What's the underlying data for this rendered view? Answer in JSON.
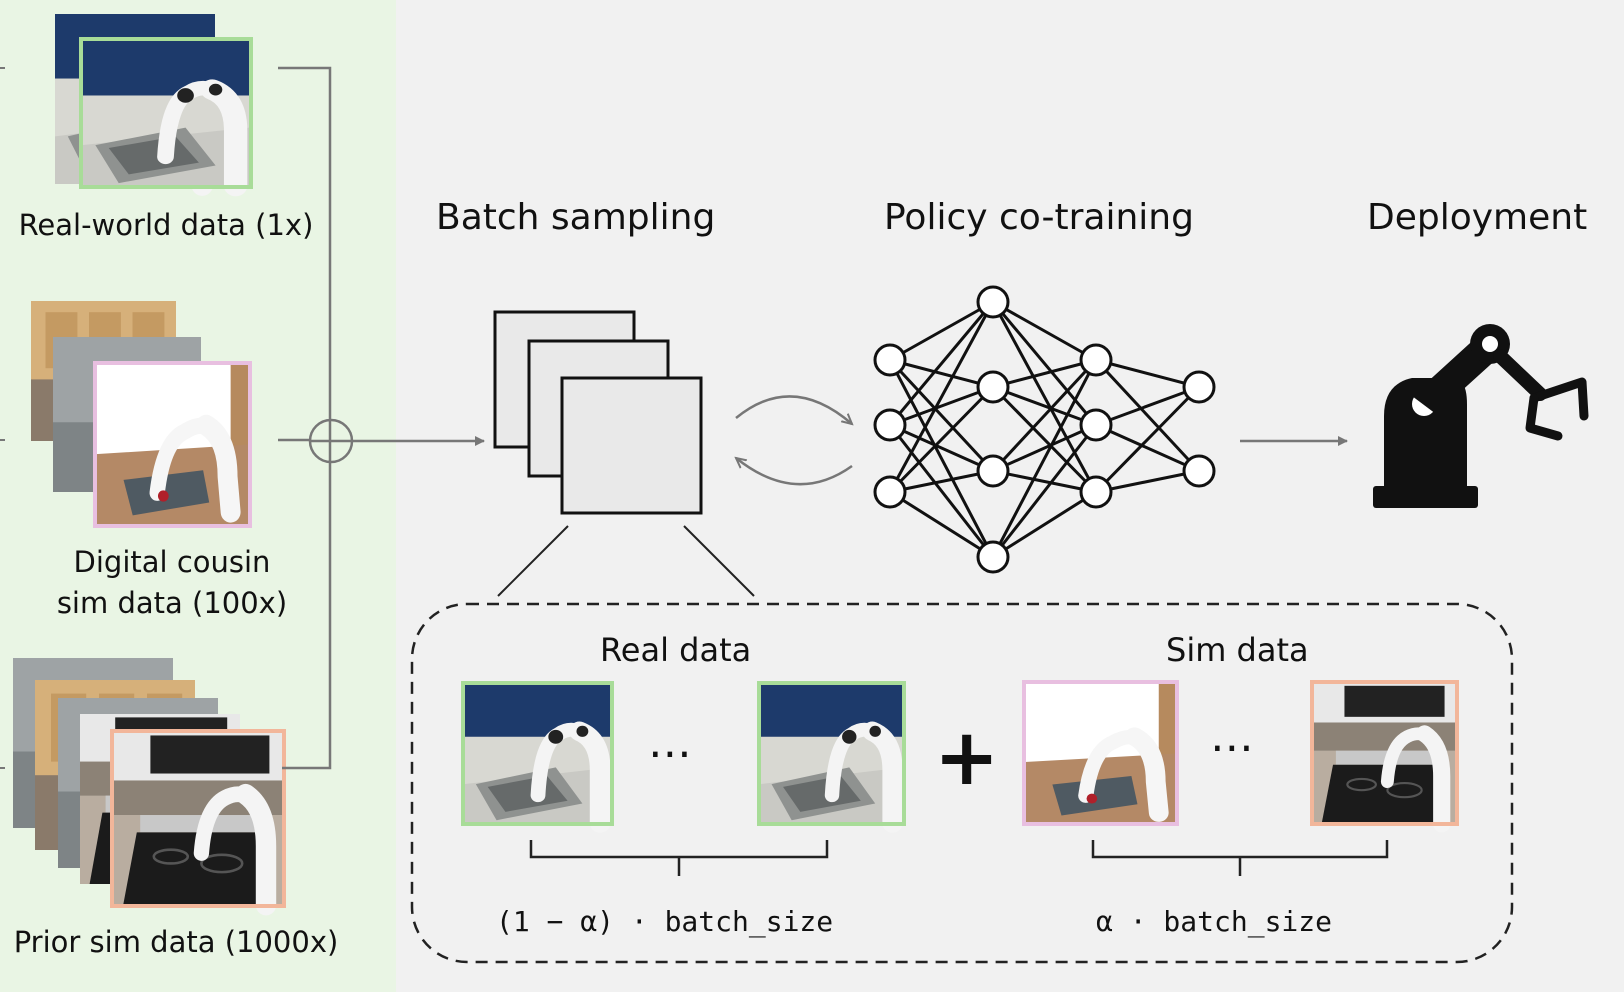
{
  "sources": {
    "real": {
      "label": "Real-world data (1x)"
    },
    "cousin": {
      "label_line1": "Digital cousin",
      "label_line2": "sim data (100x)"
    },
    "prior": {
      "label": "Prior sim data (1000x)"
    }
  },
  "stages": {
    "batch": "Batch sampling",
    "policy": "Policy co-training",
    "deploy": "Deployment"
  },
  "batch_detail": {
    "real_title": "Real data",
    "sim_title": "Sim data",
    "real_formula": "(1 − α) · batch_size",
    "sim_formula": "α · batch_size",
    "ellipsis": "⋯",
    "plus": "+"
  },
  "colors": {
    "real_border": "#a8dc98",
    "cousin_border": "#e8bfe0",
    "prior_border": "#f2b69a",
    "left_panel_bg": "#e9f5e4",
    "canvas_bg": "#f1f1f1"
  }
}
